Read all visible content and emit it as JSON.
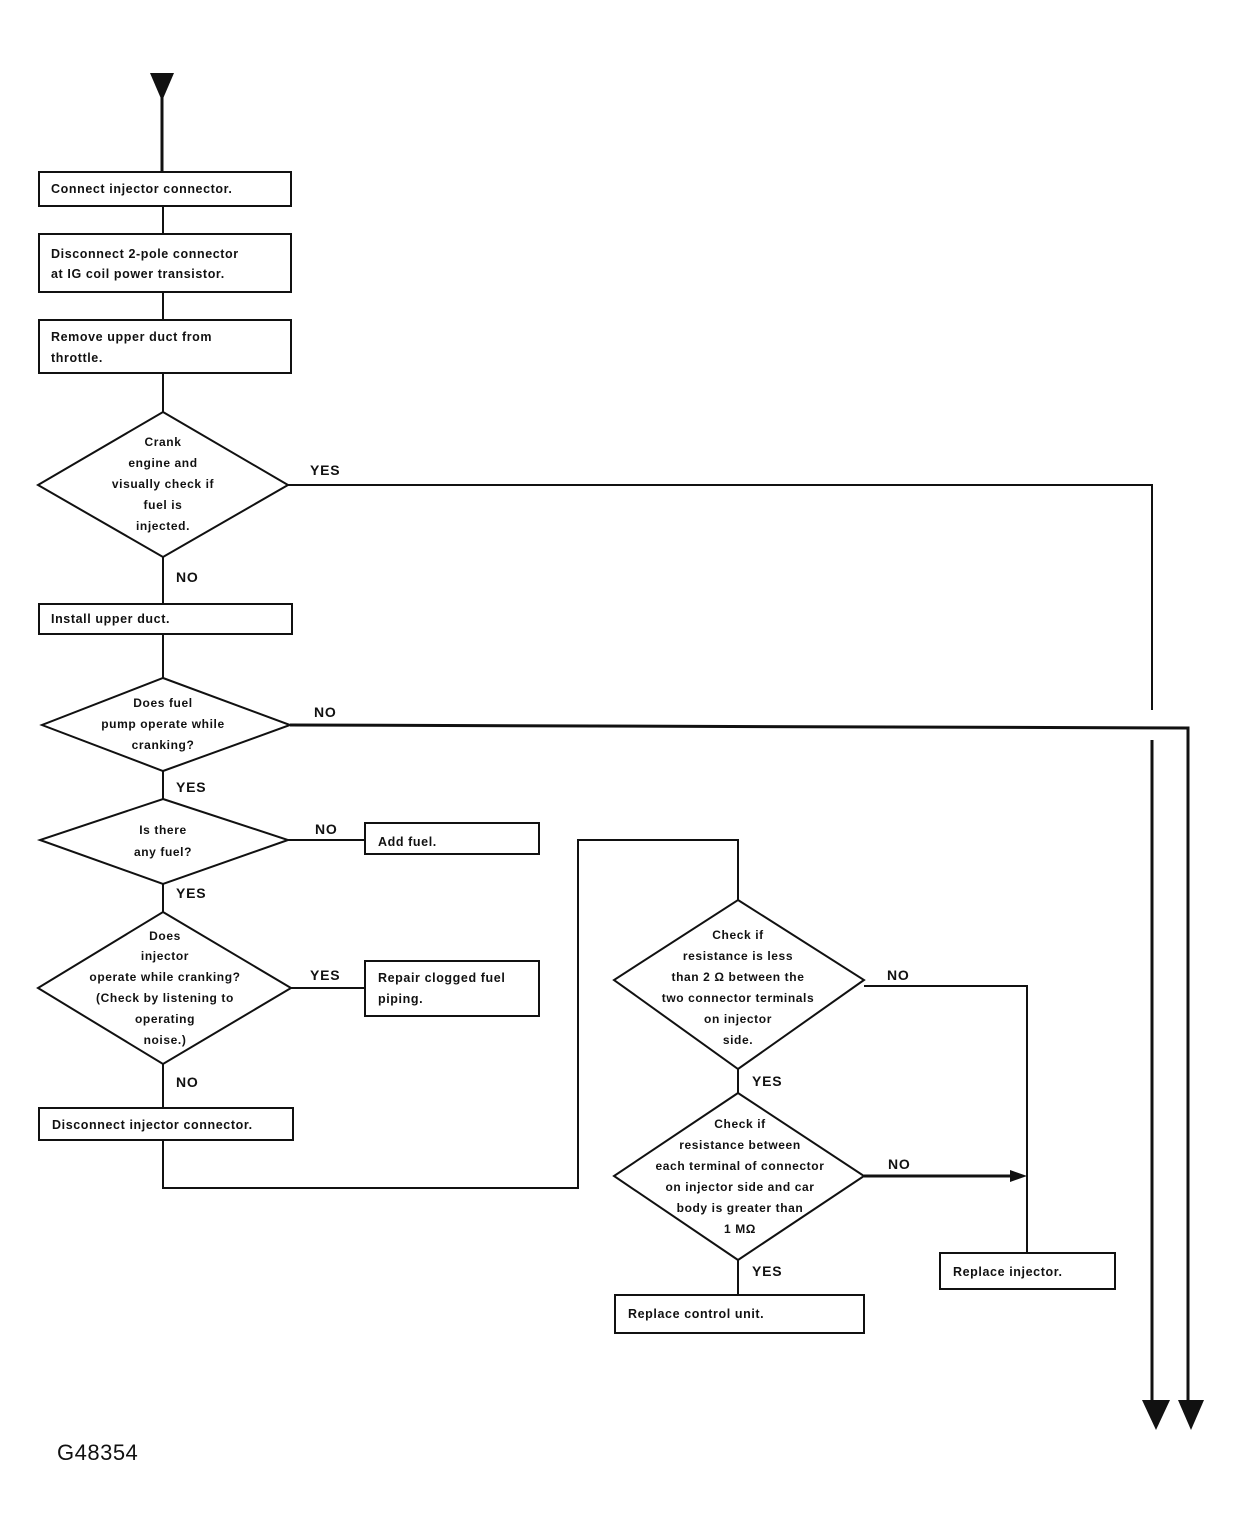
{
  "boxes": {
    "connect_injector": [
      "Connect injector connector."
    ],
    "disconnect_2pole": [
      "Disconnect 2-pole connector",
      "at IG coil power transistor."
    ],
    "remove_upper_duct": [
      "Remove upper duct from",
      "throttle."
    ],
    "install_upper_duct": [
      "Install upper duct."
    ],
    "add_fuel": [
      "Add fuel."
    ],
    "repair_piping": [
      "Repair clogged fuel",
      "piping."
    ],
    "disconnect_injector": [
      "Disconnect injector connector."
    ],
    "replace_control_unit": [
      "Replace control unit."
    ],
    "replace_injector": [
      "Replace injector."
    ]
  },
  "decisions": {
    "crank_engine": [
      "Crank",
      "engine and",
      "visually check if",
      "fuel is",
      "injected."
    ],
    "fuel_pump": [
      "Does fuel",
      "pump operate while",
      "cranking?"
    ],
    "any_fuel": [
      "Is there",
      "any fuel?"
    ],
    "injector_operate": [
      "Does",
      "injector",
      "operate while cranking?",
      "(Check by listening to",
      "operating",
      "noise.)"
    ],
    "resistance_2ohm": [
      "Check if",
      "resistance is less",
      "than 2 Ω between the",
      "two connector terminals",
      "on injector",
      "side."
    ],
    "resistance_1mohm": [
      "Check if",
      "resistance between",
      "each terminal of connector",
      "on injector side and car",
      "body is greater than",
      "1 MΩ"
    ]
  },
  "labels": {
    "crank_yes": "YES",
    "crank_no": "NO",
    "pump_no": "NO",
    "pump_yes": "YES",
    "fuel_no": "NO",
    "fuel_yes": "YES",
    "injector_yes": "YES",
    "injector_no": "NO",
    "r2_no": "NO",
    "r2_yes": "YES",
    "r1m_no": "NO",
    "r1m_yes": "YES"
  },
  "figure_id": "G48354"
}
